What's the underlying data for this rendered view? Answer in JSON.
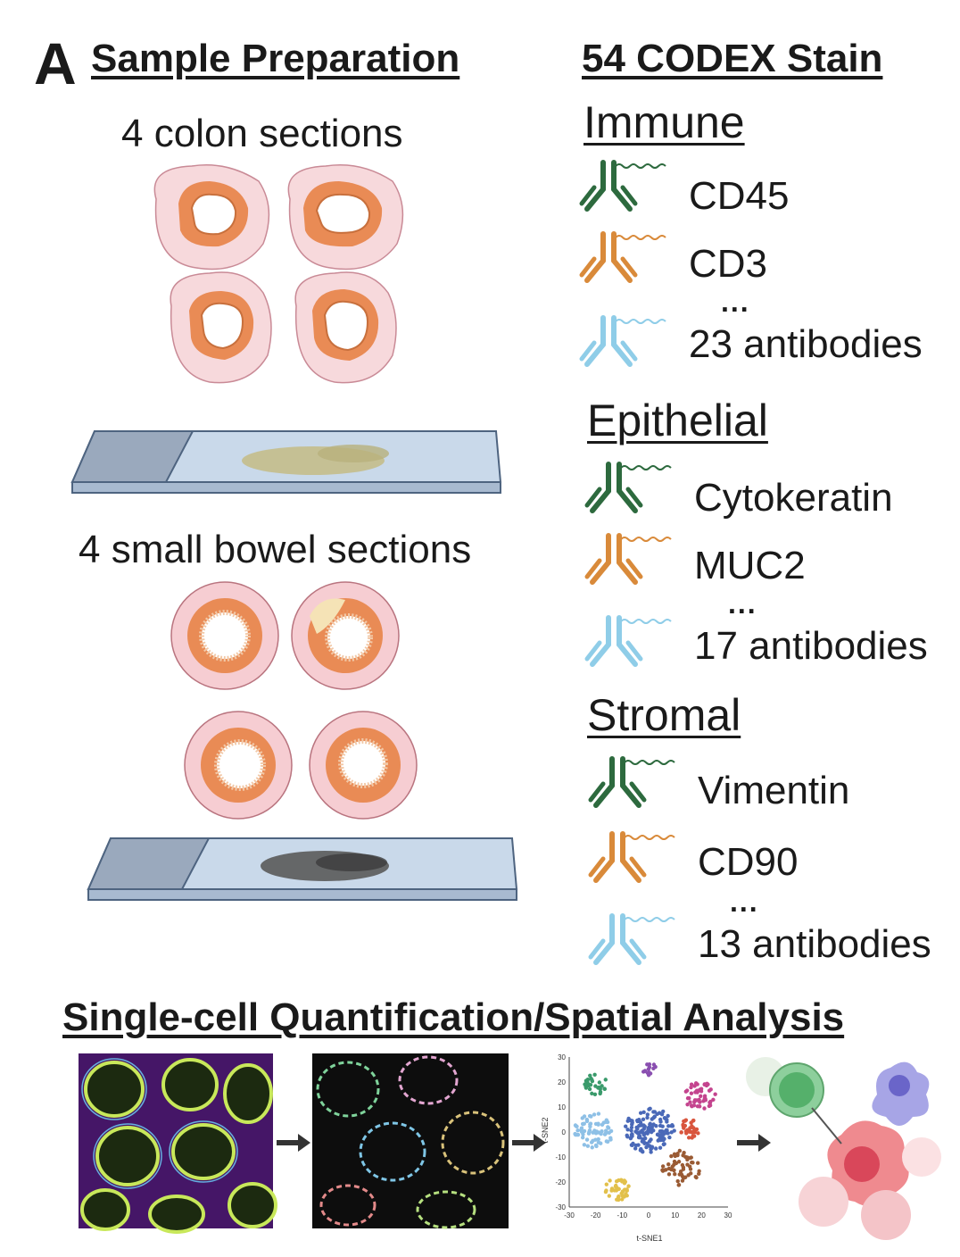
{
  "panel_letter": "A",
  "left": {
    "title": "Sample Preparation",
    "colon_label": "4 colon sections",
    "bowel_label": "4 small bowel sections"
  },
  "right": {
    "title": "54 CODEX Stain",
    "groups": [
      {
        "heading": "Immune",
        "items": [
          "CD45",
          "CD3"
        ],
        "dots": "...",
        "count": "23 antibodies"
      },
      {
        "heading": "Epithelial",
        "items": [
          "Cytokeratin",
          "MUC2"
        ],
        "dots": "...",
        "count": "17 antibodies"
      },
      {
        "heading": "Stromal",
        "items": [
          "Vimentin",
          "CD90"
        ],
        "dots": "...",
        "count": "13 antibodies"
      }
    ]
  },
  "bottom": {
    "title": "Single-cell Quantification/Spatial Analysis",
    "tsne": {
      "xlabel": "t-SNE1",
      "ylabel": "t-SNE2",
      "xticks": [
        "-30",
        "-20",
        "-10",
        "0",
        "10",
        "20",
        "30"
      ],
      "yticks": [
        "30",
        "20",
        "10",
        "0",
        "-10",
        "-20",
        "-30"
      ]
    }
  },
  "colors": {
    "antibody_dark": "#2d6a3e",
    "antibody_mid": "#d98a3a",
    "antibody_light": "#8fcde8",
    "tissue_outer": "#f6d5d9",
    "tissue_inner": "#e8894f",
    "slide": "#c9d9ea"
  }
}
